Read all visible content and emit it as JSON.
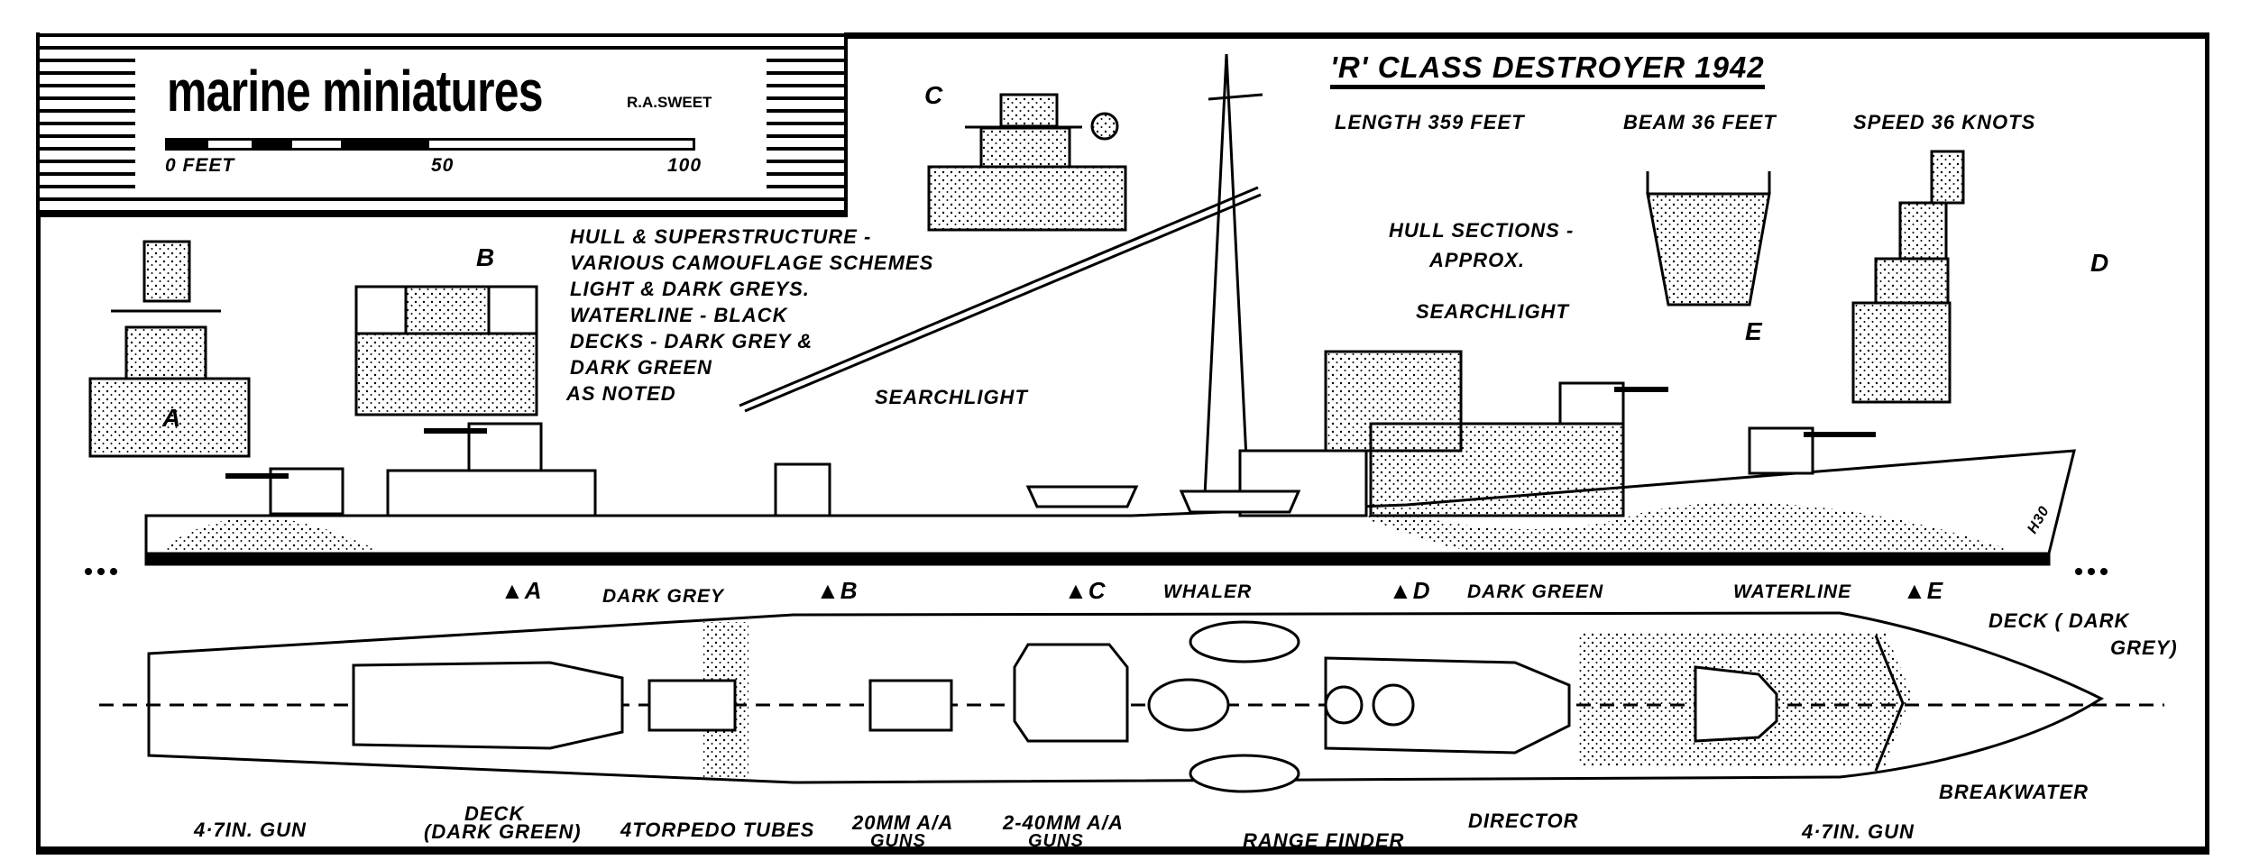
{
  "header": {
    "brand": "marine miniatures",
    "author": "R.A.SWEET",
    "scale_bar": {
      "unit_label": "0 FEET",
      "ticks": [
        "0",
        "50",
        "100"
      ],
      "max_feet": 100
    }
  },
  "title": {
    "text": "'R' CLASS DESTROYER 1942",
    "specs": [
      {
        "label": "LENGTH",
        "value": "359 FEET"
      },
      {
        "label": "BEAM",
        "value": "36 FEET"
      },
      {
        "label": "SPEED",
        "value": "36 KNOTS"
      }
    ],
    "specs_line": [
      "LENGTH  359 FEET",
      "BEAM 36 FEET",
      "SPEED 36 KNOTS"
    ]
  },
  "colour_notes": {
    "lines": [
      "HULL & SUPERSTRUCTURE -",
      "VARIOUS  CAMOUFLAGE SCHEMES",
      "LIGHT & DARK GREYS.",
      "WATERLINE - BLACK",
      "DECKS - DARK GREY &",
      "DARK GREEN",
      "AS NOTED"
    ]
  },
  "hull_sections": {
    "note_lines": [
      "HULL SECTIONS -",
      "APPROX."
    ],
    "labels": [
      "A",
      "B",
      "C",
      "D",
      "E"
    ]
  },
  "profile_view": {
    "callouts": [
      "SEARCHLIGHT",
      "SEARCHLIGHT"
    ],
    "pennant": "H30"
  },
  "section_markers": [
    "A",
    "B",
    "C",
    "D",
    "E"
  ],
  "plan_view": {
    "top_labels": [
      "DARK GREY",
      "WHALER",
      "DARK GREEN",
      "WATERLINE"
    ],
    "deck_note": [
      "DECK ( DARK",
      "GREY)"
    ],
    "bottom_labels": [
      [
        "4·7IN. GUN"
      ],
      [
        "DECK",
        "(DARK GREEN)"
      ],
      [
        "4TORPEDO TUBES"
      ],
      [
        "20MM A/A",
        "GUNS"
      ],
      [
        "2-40MM A/A",
        "GUNS"
      ],
      [
        "RANGE FINDER"
      ],
      [
        "DIRECTOR"
      ],
      [
        "4·7IN. GUN"
      ],
      [
        "BREAKWATER"
      ]
    ]
  },
  "colors": {
    "ink": "#000000",
    "paper": "#ffffff"
  }
}
